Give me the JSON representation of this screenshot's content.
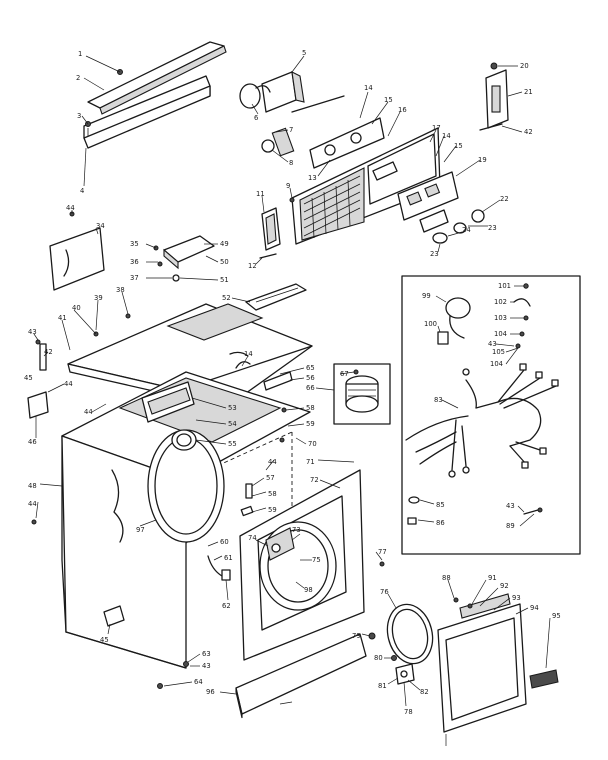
{
  "callouts": [
    {
      "id": "c1",
      "text": "1"
    },
    {
      "id": "c2",
      "text": "2"
    },
    {
      "id": "c3",
      "text": "3"
    },
    {
      "id": "c4",
      "text": "4"
    },
    {
      "id": "c5",
      "text": "5"
    },
    {
      "id": "c6",
      "text": "6"
    },
    {
      "id": "c7",
      "text": "7"
    },
    {
      "id": "c8",
      "text": "8"
    },
    {
      "id": "c9",
      "text": "9"
    },
    {
      "id": "c11",
      "text": "11"
    },
    {
      "id": "c12",
      "text": "12"
    },
    {
      "id": "c13",
      "text": "13"
    },
    {
      "id": "c14a",
      "text": "14"
    },
    {
      "id": "c15a",
      "text": "15"
    },
    {
      "id": "c16",
      "text": "16"
    },
    {
      "id": "c17",
      "text": "17"
    },
    {
      "id": "c14b",
      "text": "14"
    },
    {
      "id": "c15b",
      "text": "15"
    },
    {
      "id": "c19",
      "text": "19"
    },
    {
      "id": "c20",
      "text": "20"
    },
    {
      "id": "c21",
      "text": "21"
    },
    {
      "id": "c42",
      "text": "42"
    },
    {
      "id": "c22",
      "text": "22"
    },
    {
      "id": "c23a",
      "text": "23"
    },
    {
      "id": "c24",
      "text": "24"
    },
    {
      "id": "c23b",
      "text": "23"
    },
    {
      "id": "c44a",
      "text": "44"
    },
    {
      "id": "c34",
      "text": "34"
    },
    {
      "id": "c35",
      "text": "35"
    },
    {
      "id": "c36",
      "text": "36"
    },
    {
      "id": "c37",
      "text": "37"
    },
    {
      "id": "c49",
      "text": "49"
    },
    {
      "id": "c50",
      "text": "50"
    },
    {
      "id": "c51",
      "text": "51"
    },
    {
      "id": "c52",
      "text": "52"
    },
    {
      "id": "c38",
      "text": "38"
    },
    {
      "id": "c39",
      "text": "39"
    },
    {
      "id": "c40",
      "text": "40"
    },
    {
      "id": "c41",
      "text": "41"
    },
    {
      "id": "c43a",
      "text": "43"
    },
    {
      "id": "c42b",
      "text": "42"
    },
    {
      "id": "c44b",
      "text": "44"
    },
    {
      "id": "c45a",
      "text": "45"
    },
    {
      "id": "c44c",
      "text": "44"
    },
    {
      "id": "c46",
      "text": "46"
    },
    {
      "id": "c14c",
      "text": "14"
    },
    {
      "id": "c65",
      "text": "65"
    },
    {
      "id": "c56",
      "text": "56"
    },
    {
      "id": "c66",
      "text": "66"
    },
    {
      "id": "c67",
      "text": "67"
    },
    {
      "id": "c53",
      "text": "53"
    },
    {
      "id": "c54",
      "text": "54"
    },
    {
      "id": "c55",
      "text": "55"
    },
    {
      "id": "c58a",
      "text": "58"
    },
    {
      "id": "c59a",
      "text": "59"
    },
    {
      "id": "c70",
      "text": "70"
    },
    {
      "id": "c71",
      "text": "71"
    },
    {
      "id": "c44d",
      "text": "44"
    },
    {
      "id": "c72",
      "text": "72"
    },
    {
      "id": "c57",
      "text": "57"
    },
    {
      "id": "c58b",
      "text": "58"
    },
    {
      "id": "c59b",
      "text": "59"
    },
    {
      "id": "c48",
      "text": "48"
    },
    {
      "id": "c44e",
      "text": "44"
    },
    {
      "id": "c97",
      "text": "97"
    },
    {
      "id": "c60",
      "text": "60"
    },
    {
      "id": "c61",
      "text": "61"
    },
    {
      "id": "c74",
      "text": "74"
    },
    {
      "id": "c73",
      "text": "73"
    },
    {
      "id": "c75",
      "text": "75"
    },
    {
      "id": "c98",
      "text": "98"
    },
    {
      "id": "c77",
      "text": "77"
    },
    {
      "id": "c62",
      "text": "62"
    },
    {
      "id": "c45b",
      "text": "45"
    },
    {
      "id": "c63",
      "text": "63"
    },
    {
      "id": "c43b",
      "text": "43"
    },
    {
      "id": "c64",
      "text": "64"
    },
    {
      "id": "c96",
      "text": "96"
    },
    {
      "id": "c76",
      "text": "76"
    },
    {
      "id": "c79",
      "text": "79"
    },
    {
      "id": "c80",
      "text": "80"
    },
    {
      "id": "c81",
      "text": "81"
    },
    {
      "id": "c82",
      "text": "82"
    },
    {
      "id": "c78",
      "text": "78"
    },
    {
      "id": "c88",
      "text": "88"
    },
    {
      "id": "c91",
      "text": "91"
    },
    {
      "id": "c92",
      "text": "92"
    },
    {
      "id": "c93",
      "text": "93"
    },
    {
      "id": "c94",
      "text": "94"
    },
    {
      "id": "c95",
      "text": "95"
    },
    {
      "id": "c99",
      "text": "99"
    },
    {
      "id": "c101",
      "text": "101"
    },
    {
      "id": "c102",
      "text": "102"
    },
    {
      "id": "c103",
      "text": "103"
    },
    {
      "id": "c100",
      "text": "100"
    },
    {
      "id": "c104a",
      "text": "104"
    },
    {
      "id": "c43c",
      "text": "43"
    },
    {
      "id": "c105",
      "text": "105"
    },
    {
      "id": "c104b",
      "text": "104"
    },
    {
      "id": "c83",
      "text": "83"
    },
    {
      "id": "c85",
      "text": "85"
    },
    {
      "id": "c86",
      "text": "86"
    },
    {
      "id": "c43d",
      "text": "43"
    },
    {
      "id": "c89",
      "text": "89"
    }
  ]
}
